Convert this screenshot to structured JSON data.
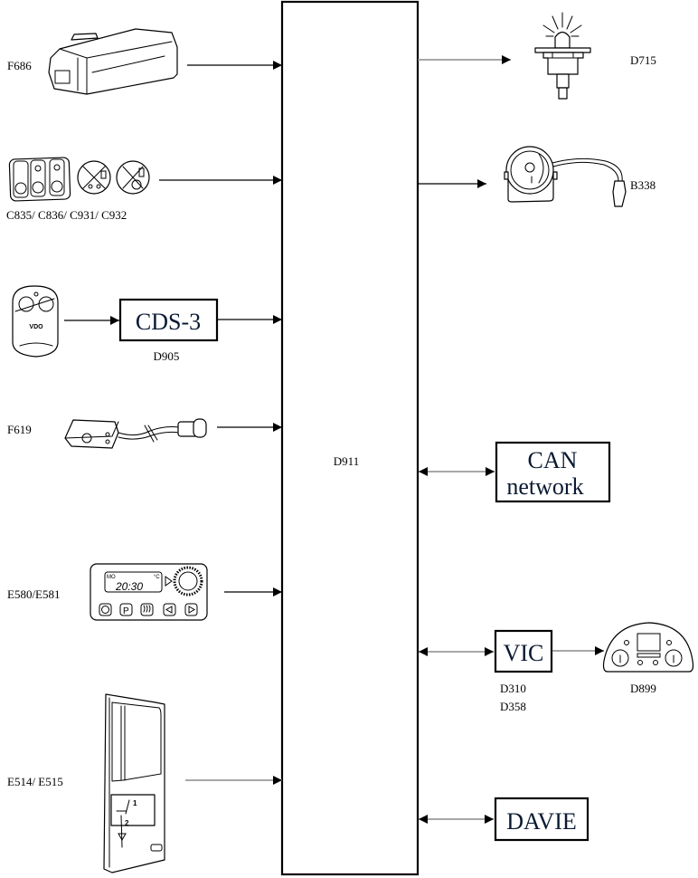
{
  "central_unit": {
    "label": "D911"
  },
  "inputs": [
    {
      "id": "F686",
      "label": "F686",
      "icon": "remote-control-receiver-icon"
    },
    {
      "id": "C835-C932",
      "label": "C835/ C836/ C931/ C932",
      "icon": "switch-panel-icon"
    },
    {
      "id": "D905",
      "label": "D905",
      "box_label": "CDS-3",
      "icon": "key-fob-remote-icon"
    },
    {
      "id": "F619",
      "label": "F619",
      "icon": "proximity-sensor-icon"
    },
    {
      "id": "E580-E581",
      "label": "E580/E581",
      "icon": "timer-panel-icon",
      "display": {
        "day": "MO",
        "time": "20:30",
        "unit": "°C"
      }
    },
    {
      "id": "E514-E515",
      "label": "E514/ E515",
      "icon": "door-switch-icon",
      "switch_pins": [
        "1",
        "2"
      ]
    }
  ],
  "outputs": [
    {
      "id": "D715",
      "label": "D715",
      "icon": "warning-lamp-icon"
    },
    {
      "id": "B338",
      "label": "B338",
      "icon": "siren-icon"
    }
  ],
  "bidirectional": [
    {
      "id": "CAN",
      "box_label_line1": "CAN",
      "box_label_line2": "network"
    },
    {
      "id": "VIC",
      "box_label": "VIC",
      "sub_labels": [
        "D310",
        "D358"
      ],
      "downstream": {
        "label": "D899",
        "icon": "instrument-cluster-icon"
      }
    },
    {
      "id": "DAVIE",
      "box_label": "DAVIE"
    }
  ],
  "remote_brand": "VDO"
}
